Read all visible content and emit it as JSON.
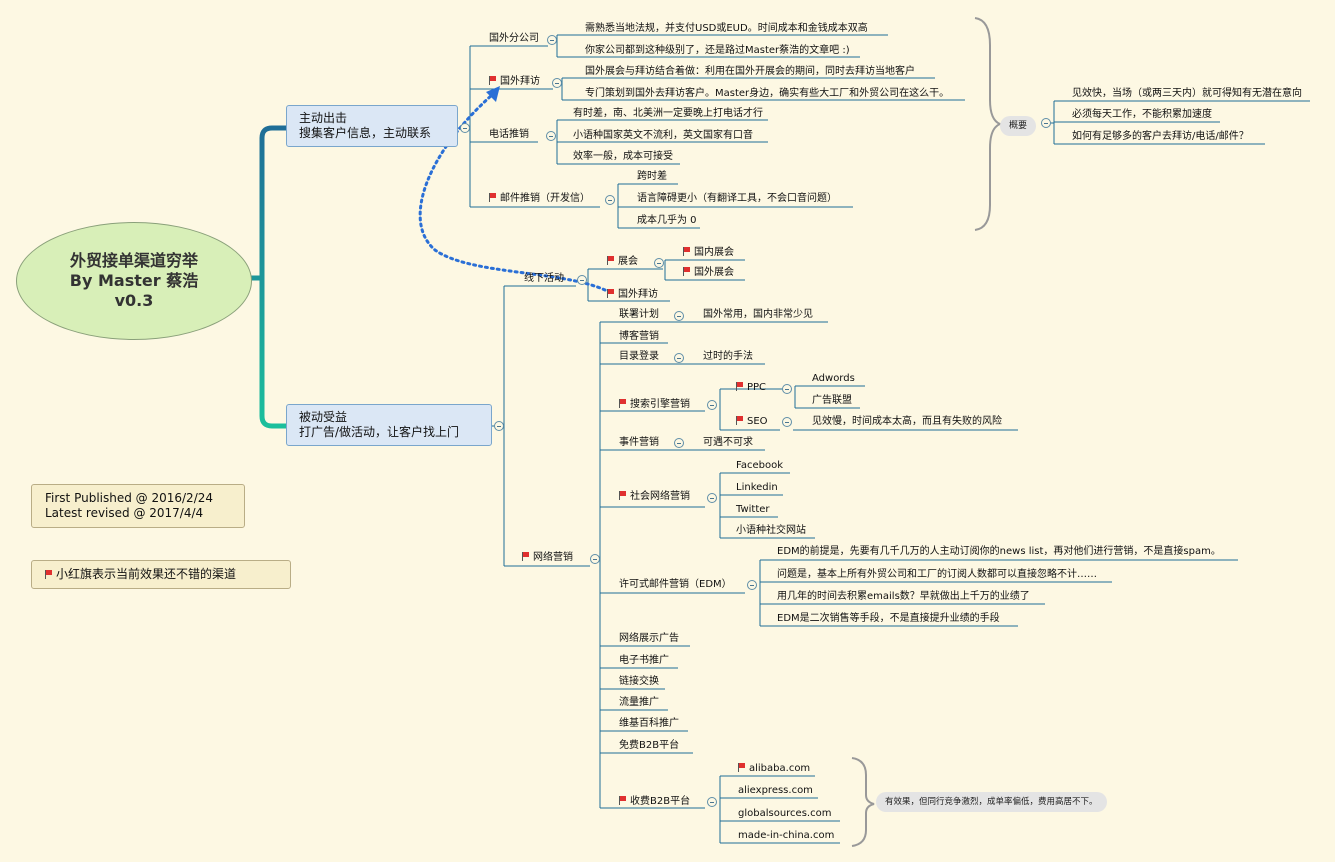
{
  "root": {
    "line1": "外贸接单渠道穷举",
    "line2": "By Master 蔡浩",
    "line3": "v0.3"
  },
  "active": {
    "line1": "主动出击",
    "line2": "搜集客户信息，主动联系"
  },
  "passive": {
    "line1": "被动受益",
    "line2": "打广告/做活动，让客户找上门"
  },
  "published": {
    "line1": "First Published @ 2016/2/24",
    "line2": "Latest revised @ 2017/4/4"
  },
  "legend": "小红旗表示当前效果还不错的渠道",
  "a": {
    "overseas_branch": "国外分公司",
    "ob1": "需熟悉当地法规，并支付USD或EUD。时间成本和金钱成本双高",
    "ob2": "你家公司都到这种级别了，还是路过Master蔡浩的文章吧 :)",
    "visit": "国外拜访",
    "v1": "国外展会与拜访结合着做：利用在国外开展会的期间，同时去拜访当地客户",
    "v2": "专门策划到国外去拜访客户。Master身边，确实有些大工厂和外贸公司在这么干。",
    "phone": "电话推销",
    "p1": "有时差，南、北美洲一定要晚上打电话才行",
    "p2": "小语种国家英文不流利，英文国家有口音",
    "p3": "效率一般，成本可接受",
    "mail": "邮件推销（开发信）",
    "m1": "跨时差",
    "m2": "语言障碍更小（有翻译工具，不会口音问题）",
    "m3": "成本几乎为 0",
    "summary": "概要",
    "s1": "见效快，当场（或两三天内）就可得知有无潜在意向",
    "s2": "必须每天工作，不能积累加速度",
    "s3": "如何有足够多的客户去拜访/电话/邮件？"
  },
  "b": {
    "offline": "线下活动",
    "fair": "展会",
    "fair_dom": "国内展会",
    "fair_int": "国外展会",
    "visit": "国外拜访",
    "online": "网络营销",
    "affiliate": "联署计划",
    "affiliate_note": "国外常用，国内非常少见",
    "blog": "博客营销",
    "directory": "目录登录",
    "directory_note": "过时的手法",
    "sem": "搜索引擎营销",
    "ppc": "PPC",
    "adwords": "Adwords",
    "adnetwork": "广告联盟",
    "seo": "SEO",
    "seo_note": "见效慢，时间成本太高，而且有失败的风险",
    "event": "事件营销",
    "event_note": "可遇不可求",
    "social": "社会网络营销",
    "facebook": "Facebook",
    "linkedin": "Linkedin",
    "twitter": "Twitter",
    "minor_social": "小语种社交网站",
    "edm": "许可式邮件营销（EDM）",
    "edm1": "EDM的前提是，先要有几千几万的人主动订阅你的news list，再对他们进行营销，不是直接spam。",
    "edm2": "问题是，基本上所有外贸公司和工厂的订阅人数都可以直接忽略不计……",
    "edm3": "用几年的时间去积累emails数？早就做出上千万的业绩了",
    "edm4": "EDM是二次销售等手段，不是直接提升业绩的手段",
    "display": "网络展示广告",
    "ebook": "电子书推广",
    "links": "链接交换",
    "traffic": "流量推广",
    "wiki": "维基百科推广",
    "free_b2b": "免费B2B平台",
    "paid_b2b": "收费B2B平台",
    "alibaba": "alibaba.com",
    "aliexpress": "aliexpress.com",
    "globalsources": "globalsources.com",
    "madeinchina": "made-in-china.com",
    "b2b_summary": "有效果，但同行竞争激烈，成单率偏低，费用高居不下。"
  }
}
